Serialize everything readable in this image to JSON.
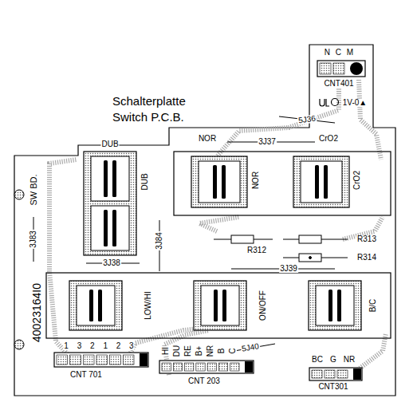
{
  "diagram": {
    "nodes": [
      {
        "text": [
          "DUB",
          "DUB"
        ]
      },
      {
        "text": [
          "NOR",
          "NOR"
        ]
      },
      {
        "text": [
          "CrO2",
          "CrO2"
        ]
      },
      {
        "text": [
          "LOW/HI"
        ]
      },
      {
        "text": [
          "ON/OFF"
        ]
      },
      {
        "text": [
          "B/C"
        ]
      },
      {
        "text": [
          "N C M",
          "CNT401"
        ]
      },
      {
        "text": [
          "1 3 2 1 2 3",
          "CNT 701"
        ]
      },
      {
        "text": [
          "HI",
          "DU",
          "RE",
          "B+",
          "NR",
          "B",
          "C",
          "CNT 203"
        ]
      },
      {
        "text": [
          "BC",
          "G",
          "NR",
          "CNT301"
        ]
      }
    ],
    "labels": [
      "Schalterplatte",
      "Switch P.C.B.",
      "SW BD.",
      "40023164I0",
      "3J83",
      "3J38",
      "3J84",
      "5J36",
      "3J37",
      "3J39",
      "5J40",
      "R312",
      "R313",
      "R314",
      "1V-0▲"
    ]
  }
}
